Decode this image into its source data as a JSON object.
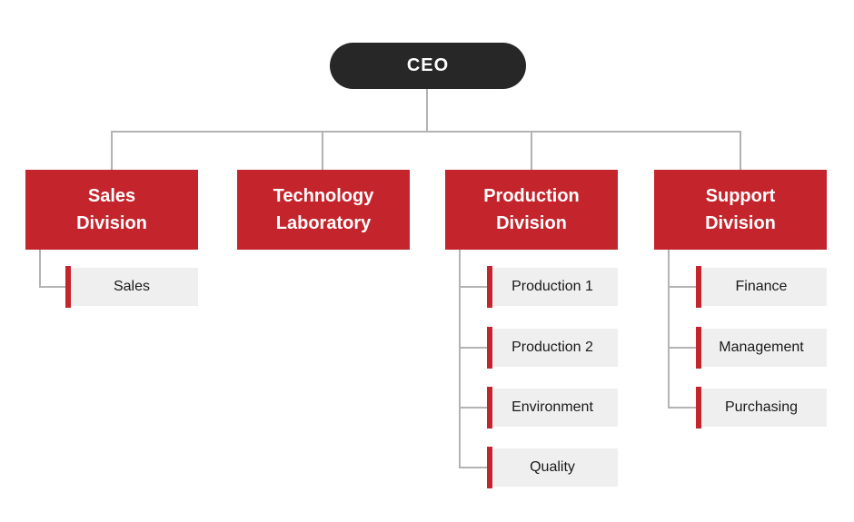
{
  "palette": {
    "red": "#c4242c",
    "dark": "#272727",
    "item_bg": "#efefef",
    "line": "#b3b3b3",
    "item_text": "#1a1a1a",
    "node_text": "#ffffff"
  },
  "org_chart": {
    "root": {
      "label": "CEO"
    },
    "divisions": [
      {
        "label": "Sales\nDivision",
        "children": [
          "Sales"
        ]
      },
      {
        "label": "Technology\nLaboratory",
        "children": []
      },
      {
        "label": "Production\nDivision",
        "children": [
          "Production 1",
          "Production 2",
          "Environment",
          "Quality"
        ]
      },
      {
        "label": "Support\nDivision",
        "children": [
          "Finance",
          "Management",
          "Purchasing"
        ]
      }
    ]
  }
}
